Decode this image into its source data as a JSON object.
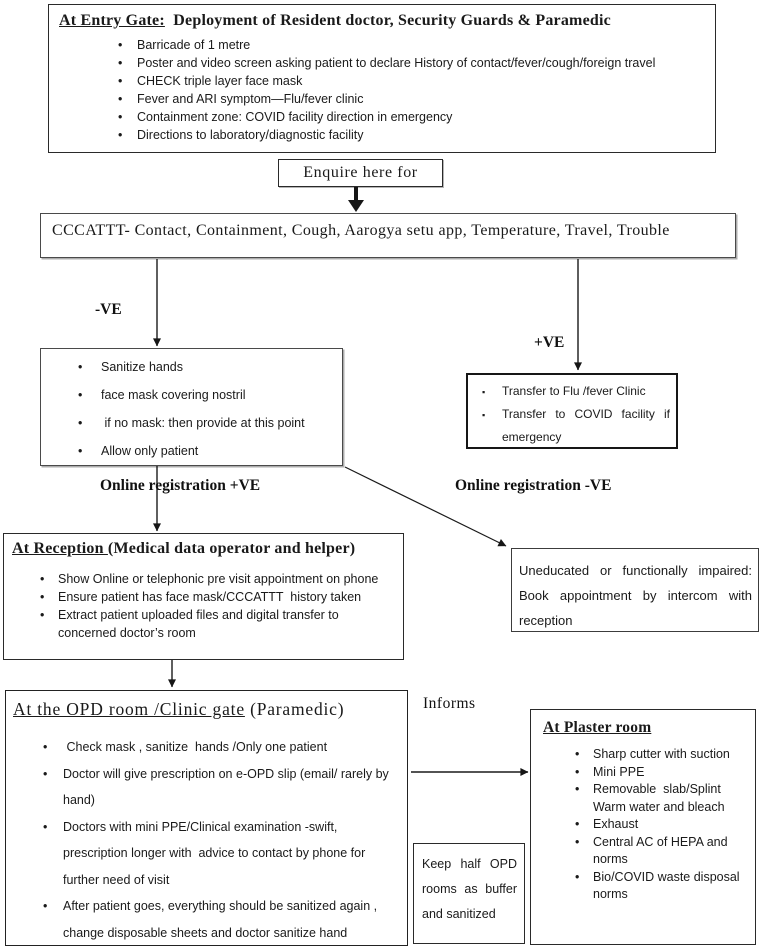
{
  "colors": {
    "ink": "#1a1a1a",
    "border": "#3c3c3c"
  },
  "entry_gate": {
    "heading_label": "At Entry Gate:",
    "heading_rest": "  Deployment of Resident doctor, Security Guards & Paramedic",
    "bullets": [
      "Barricade of 1 metre",
      "Poster and video screen asking patient to declare History of contact/fever/cough/foreign travel",
      "CHECK triple layer face mask",
      "Fever and ARI symptom—Flu/fever clinic",
      "Containment zone: COVID facility direction in emergency",
      "Directions to laboratory/diagnostic facility"
    ]
  },
  "enquire": {
    "label": "Enquire here for"
  },
  "cccattt": {
    "text": "CCCATTT- Contact, Containment, Cough, Aarogya setu app, Temperature, Travel, Trouble"
  },
  "branch": {
    "negative_label": "-VE",
    "positive_label": "+VE"
  },
  "sanitize": {
    "bullets": [
      "Sanitize hands",
      "face mask covering nostril",
      " if no mask: then provide at this point",
      "Allow only patient"
    ]
  },
  "transfer": {
    "bullets": [
      "Transfer to Flu /fever Clinic",
      "Transfer to COVID facility if emergency"
    ]
  },
  "registration": {
    "positive_label": "Online registration +VE",
    "negative_label": "Online registration -VE"
  },
  "reception": {
    "heading_label": "At Reception ",
    "heading_rest": "(Medical data operator and helper)",
    "bullets": [
      "Show Online or telephonic pre visit appointment on phone",
      "Ensure patient has face mask/CCCATTT  history taken",
      "Extract patient uploaded files and digital transfer to\nconcerned doctor’s room"
    ]
  },
  "uneducated": {
    "text": "Uneducated or functionally impaired: Book appointment by intercom with reception"
  },
  "opd": {
    "heading_label": "At the OPD room /Clinic gate",
    "heading_rest": " (Paramedic)",
    "bullets": [
      " Check mask , sanitize  hands /Only one patient",
      "Doctor will give prescription on e-OPD slip (email/ rarely by\nhand)",
      "Doctors with mini PPE/Clinical examination -swift,\nprescription longer with  advice to contact by phone for\nfurther need of visit",
      "After patient goes, everything should be sanitized again ,\nchange disposable sheets and doctor sanitize hand"
    ]
  },
  "informs": {
    "label": "Informs"
  },
  "plaster": {
    "heading": "At Plaster room",
    "bullets": [
      "Sharp cutter with suction",
      "Mini PPE",
      "Removable  slab/Splint Warm water and bleach",
      "Exhaust",
      "Central AC of HEPA and norms",
      "Bio/COVID waste disposal norms"
    ]
  },
  "buffer_note": {
    "text": "Keep half OPD rooms as buffer and sanitized"
  }
}
